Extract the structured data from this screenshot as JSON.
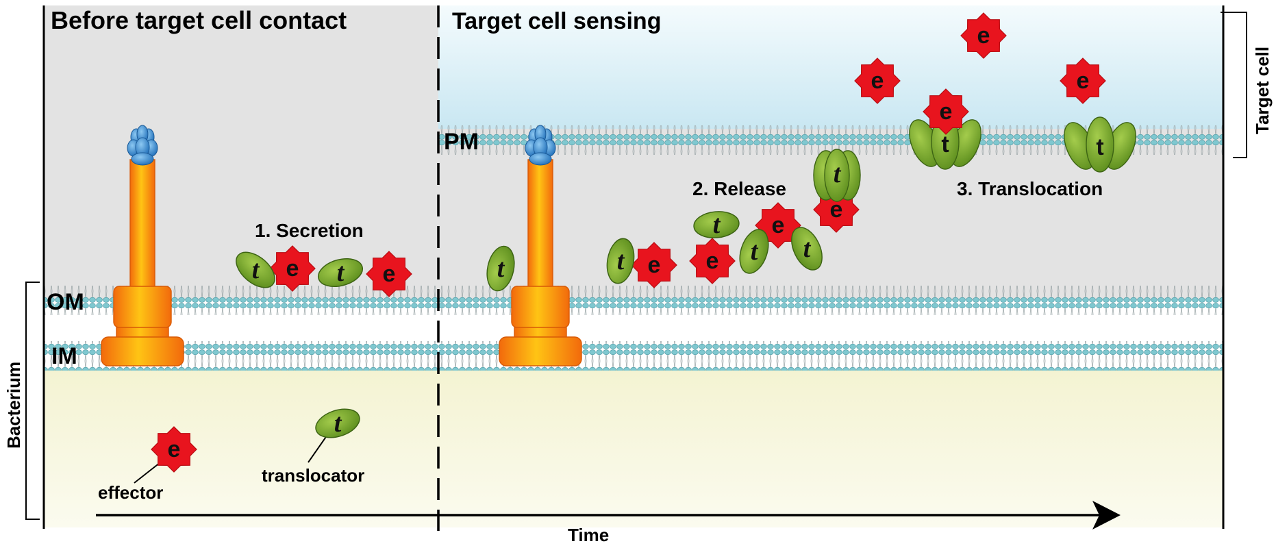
{
  "panels": {
    "left_title": "Before target cell contact",
    "right_title": "Target cell sensing"
  },
  "steps": {
    "secretion": "1. Secretion",
    "release": "2. Release",
    "translocation": "3. Translocation"
  },
  "membranes": {
    "outer": "OM",
    "inner": "IM",
    "plasma": "PM"
  },
  "side_labels": {
    "bacterium": "Bacterium",
    "target_cell": "Target cell"
  },
  "legend": {
    "effector": "effector",
    "translocator": "translocator"
  },
  "axis": {
    "time": "Time"
  },
  "particles": {
    "effector_letter": "e",
    "translocator_letter": "t"
  },
  "colors": {
    "effector": "#e8141e",
    "translocator": "#7aa82a",
    "apparatus": "#f47a10",
    "needle_tip": "#3a8ed8",
    "lipid_head": "#7fc8d0",
    "extracellular_bg": "#e3e3e3",
    "cytoplasm_bg": "#f7f6dc",
    "target_cell_bg": "#cfe9f3"
  }
}
